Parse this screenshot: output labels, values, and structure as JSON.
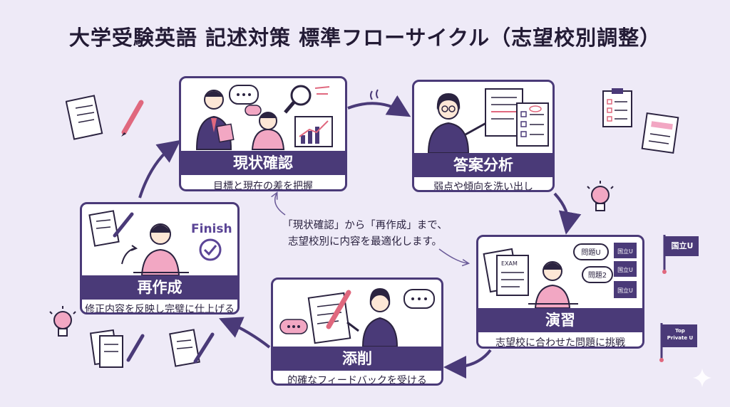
{
  "title": "大学受験英語 記述対策 標準フローサイクル（志望校別調整）",
  "steps": [
    {
      "label": "現状確認",
      "desc": "目標と現在の差を把握"
    },
    {
      "label": "答案分析",
      "desc": "弱点や傾向を洗い出し"
    },
    {
      "label": "演習",
      "desc": "志望校に合わせた問題に挑戦"
    },
    {
      "label": "添削",
      "desc": "的確なフィードバックを受ける"
    },
    {
      "label": "再作成",
      "desc": "修正内容を反映し完璧に仕上げる"
    }
  ],
  "center": {
    "line1": "「現状確認」から「再作成」まで、",
    "line2": "志望校別に内容を最適化します。"
  },
  "illustration_text": {
    "finish": "Finish",
    "exam": "EXAM",
    "bubble1": "問題U",
    "bubble2": "問題2",
    "school1": "国立U",
    "school2": "国立U",
    "school3": "国立U"
  },
  "flags": {
    "top": "国立U",
    "bottom_line1": "Top",
    "bottom_line2": "Private U"
  },
  "colors": {
    "primary": "#4a3a78",
    "accent": "#e0687e",
    "background": "#eeeaf7",
    "pink_shirt": "#f2a7c3"
  }
}
